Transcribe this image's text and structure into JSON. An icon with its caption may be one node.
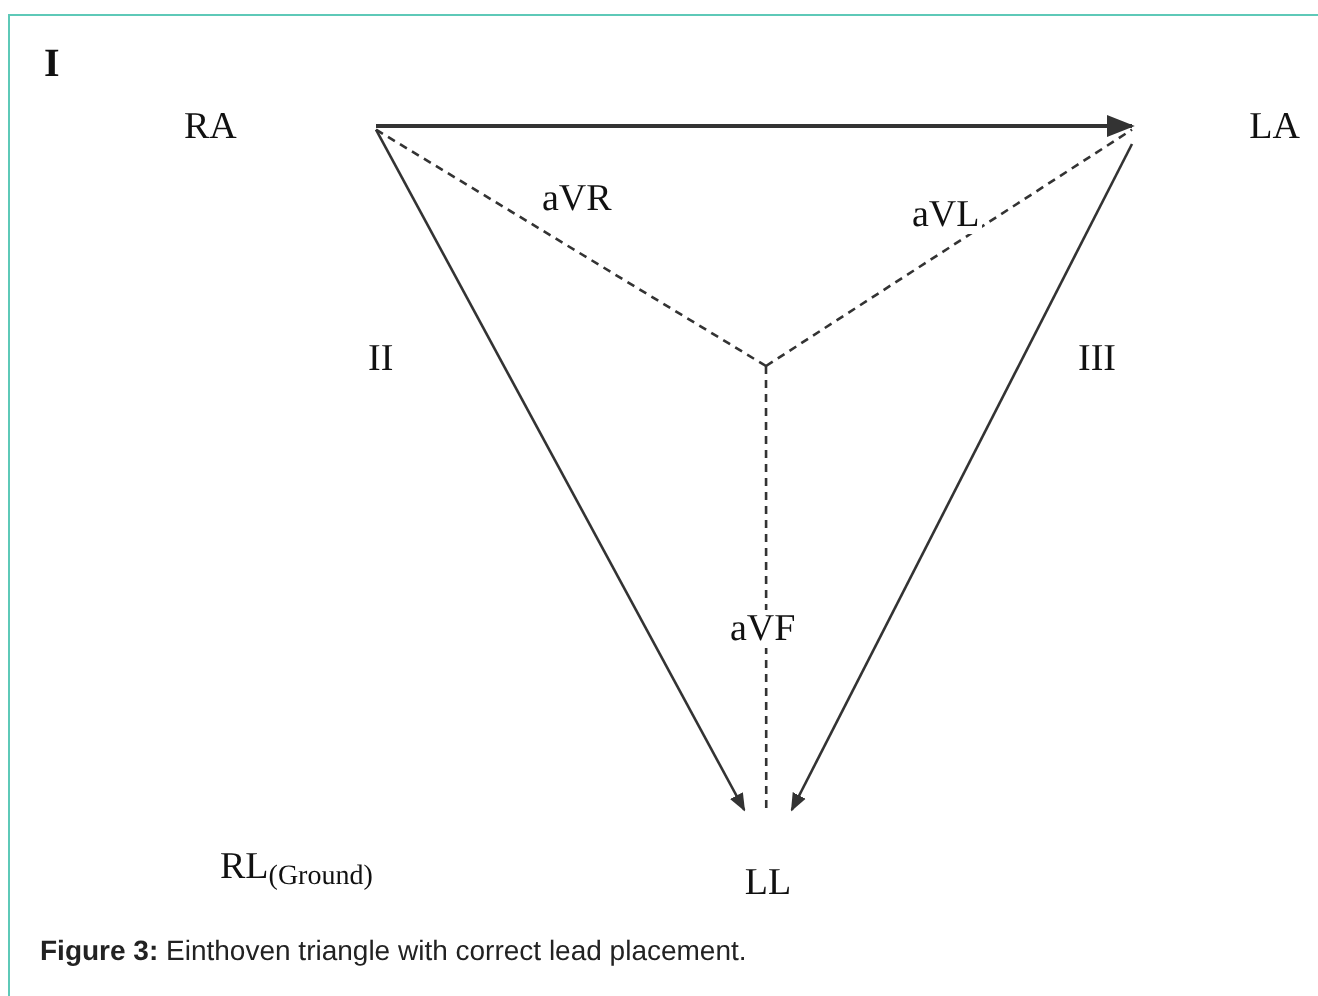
{
  "diagram": {
    "caption": "**Figure 3:** Einthoven triangle with correct lead placement.",
    "nodes": [
      {
        "text": [
          "RA"
        ]
      },
      {
        "text": [
          "LA"
        ]
      },
      {
        "text": [
          "LL"
        ]
      },
      {
        "text": [
          "RL$_{(Ground)}$"
        ]
      }
    ],
    "edges": [
      {
        "from": 0,
        "to": 1,
        "arrow": "to"
      },
      {
        "from": 0,
        "to": 2,
        "arrow": "to",
        "label": "II"
      },
      {
        "from": 1,
        "to": 2,
        "arrow": "to",
        "label": "III"
      },
      {
        "from": null,
        "to": 0,
        "arrow": "none",
        "style": "dashed",
        "label": "aVR"
      },
      {
        "from": null,
        "to": 1,
        "arrow": "none",
        "style": "dashed",
        "label": "aVL"
      },
      {
        "from": null,
        "to": 2,
        "arrow": "none",
        "style": "dashed",
        "label": "aVF"
      }
    ],
    "labels": [
      "I"
    ]
  }
}
